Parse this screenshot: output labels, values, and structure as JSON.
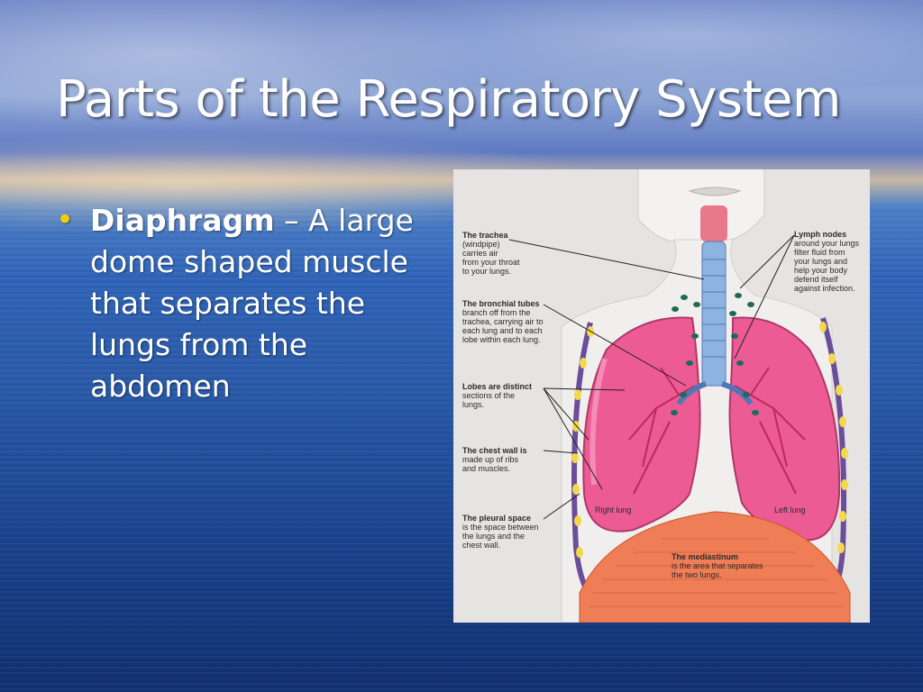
{
  "slide": {
    "title": "Parts of the Respiratory System",
    "bullets": [
      {
        "term": "Diaphragm",
        "text": " – A large dome shaped muscle that separates the lungs from the abdomen"
      }
    ]
  },
  "figure": {
    "trachea": {
      "l1": "The trachea",
      "l2": "(windpipe)",
      "l3": "carries air",
      "l4": "from your throat",
      "l5": "to your lungs."
    },
    "bronchial": {
      "l1": "The bronchial tubes",
      "l2": "branch off from the",
      "l3": "trachea, carrying air to",
      "l4": "each lung and to each",
      "l5": "lobe within each lung."
    },
    "lobes": {
      "l1": "Lobes are distinct",
      "l2": "sections of the",
      "l3": "lungs."
    },
    "chest_wall": {
      "l1": "The chest wall is",
      "l2": "made up of ribs",
      "l3": "and muscles."
    },
    "pleural": {
      "l1": "The pleural space",
      "l2": "is the space between",
      "l3": "the lungs and the",
      "l4": "chest wall."
    },
    "lymph": {
      "l1": "Lymph nodes",
      "l2": "around your lungs",
      "l3": "filter fluid from",
      "l4": "your lungs and",
      "l5": "help your body",
      "l6": "defend itself",
      "l7": "against infection."
    },
    "right_lung": "Right lung",
    "left_lung": "Left lung",
    "mediastinum": {
      "l1": "The mediastinum",
      "l2": "is the area that separates",
      "l3": "the two lungs."
    }
  },
  "colors": {
    "bullet": "#f2d000",
    "lung": "#e8508a",
    "diaphragm": "#e8734a",
    "trachea": "#7fa6d8"
  }
}
